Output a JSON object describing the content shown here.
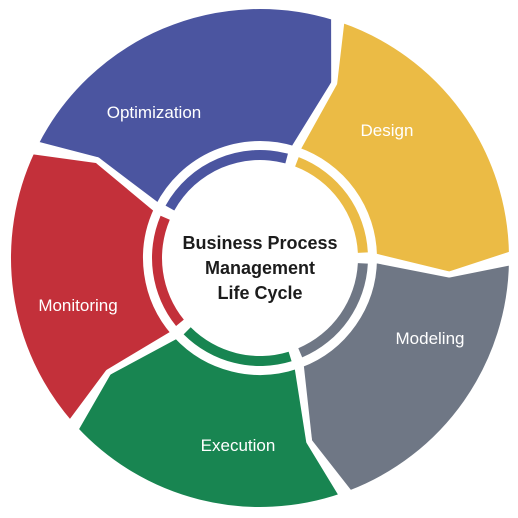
{
  "diagram": {
    "center": {
      "lines": [
        "Business Process",
        "Management",
        "Life Cycle"
      ]
    },
    "stages": [
      {
        "id": "optimization",
        "label": "Optimization",
        "color": "#4b55a0"
      },
      {
        "id": "design",
        "label": "Design",
        "color": "#ebbb45"
      },
      {
        "id": "modeling",
        "label": "Modeling",
        "color": "#6f7785"
      },
      {
        "id": "execution",
        "label": "Execution",
        "color": "#188551"
      },
      {
        "id": "monitoring",
        "label": "Monitoring",
        "color": "#c3303a"
      }
    ],
    "colors": {
      "background": "#ffffff",
      "separator": "#ffffff",
      "center_text": "#1c1c1c"
    }
  }
}
